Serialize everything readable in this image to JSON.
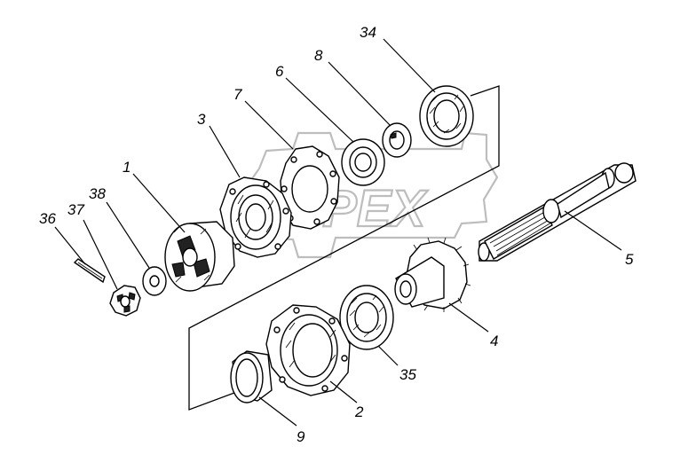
{
  "watermark": {
    "text": "OPEX"
  },
  "callouts": {
    "c34": "34",
    "c8": "8",
    "c6": "6",
    "c7": "7",
    "c3": "3",
    "c1": "1",
    "c38": "38",
    "c37": "37",
    "c36": "36",
    "c5": "5",
    "c4": "4",
    "c35": "35",
    "c2": "2",
    "c9": "9"
  }
}
